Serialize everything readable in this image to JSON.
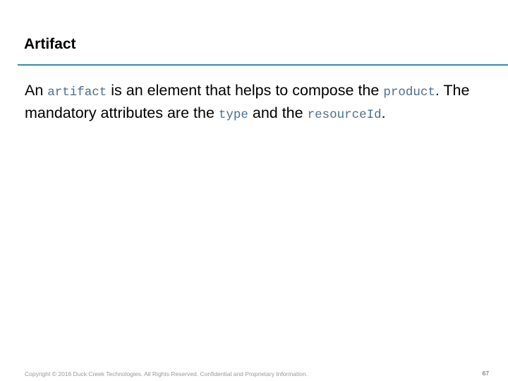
{
  "slide": {
    "title": "Artifact",
    "body": {
      "seg1": "An ",
      "code1": "artifact",
      "seg2": " is an element that helps to compose the ",
      "code2": "product",
      "seg3": ". The mandatory attributes are the ",
      "code3": "type",
      "seg4": " and the ",
      "code4": "resourceId",
      "seg5": "."
    }
  },
  "footer": {
    "copyright": "Copyright © 2016 Duck Creek Technologies. All Rights Reserved. Confidential and Proprietary Information.",
    "page_number": "67"
  },
  "colors": {
    "title_rule": "#2f8fa8",
    "code_text": "#4a6f8f",
    "footer_text": "#999999"
  }
}
